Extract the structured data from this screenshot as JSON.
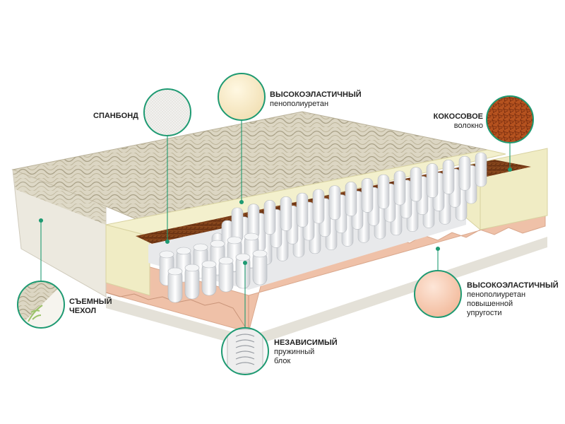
{
  "colors": {
    "callout_ring": "#1e9a72",
    "cover_fabric": "#d9d3c0",
    "foam_yellow": "#f0eec0",
    "foam_pink": "#f2c9b0",
    "coconut": "#7a3b17"
  },
  "callouts": {
    "spanbond": {
      "title": "СПАНБОНД",
      "icon": "spanbond-sample-icon"
    },
    "hr_foam": {
      "title": "ВЫСОКОЭЛАСТИЧНЫЙ",
      "subtitle": "пенополиуретан",
      "icon": "foam-sample-icon"
    },
    "coconut": {
      "title": "КОКОСОВОЕ",
      "subtitle": "волокно",
      "icon": "coconut-fiber-icon"
    },
    "cover": {
      "title": "СЪЕМНЫЙ",
      "title2": "ЧЕХОЛ",
      "icon": "fabric-cover-icon"
    },
    "springs": {
      "title": "НЕЗАВИСИМЫЙ",
      "subtitle": "пружинный",
      "subtitle2": "блок",
      "icon": "spring-icon"
    },
    "hr_foam_firm": {
      "title": "ВЫСОКОЭЛАСТИЧНЫЙ",
      "subtitle": "пенополиуретан",
      "subtitle2": "повышенной",
      "subtitle3": "упругости",
      "icon": "firm-foam-sample-icon"
    }
  }
}
